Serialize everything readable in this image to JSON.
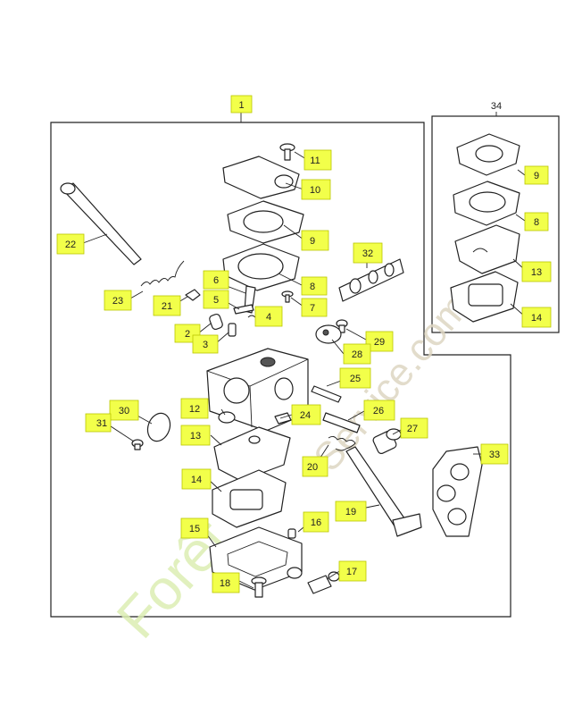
{
  "diagram": {
    "main_assembly_number": "1",
    "kit_number": "34",
    "watermark": {
      "word_1": "Forêt",
      "word_2": "Service.com",
      "color_green": "#cfe6a0",
      "color_beige": "#d6cdb6"
    },
    "label_fill_color": "#f2ff4a",
    "callouts": [
      "11",
      "10",
      "9",
      "8",
      "7",
      "22",
      "23",
      "21",
      "6",
      "5",
      "4",
      "2",
      "3",
      "32",
      "29",
      "28",
      "25",
      "12",
      "24",
      "26",
      "27",
      "30",
      "31",
      "13",
      "20",
      "33",
      "14",
      "19",
      "16",
      "15",
      "17",
      "18"
    ],
    "kit_callouts": [
      "9",
      "8",
      "13",
      "14"
    ]
  }
}
